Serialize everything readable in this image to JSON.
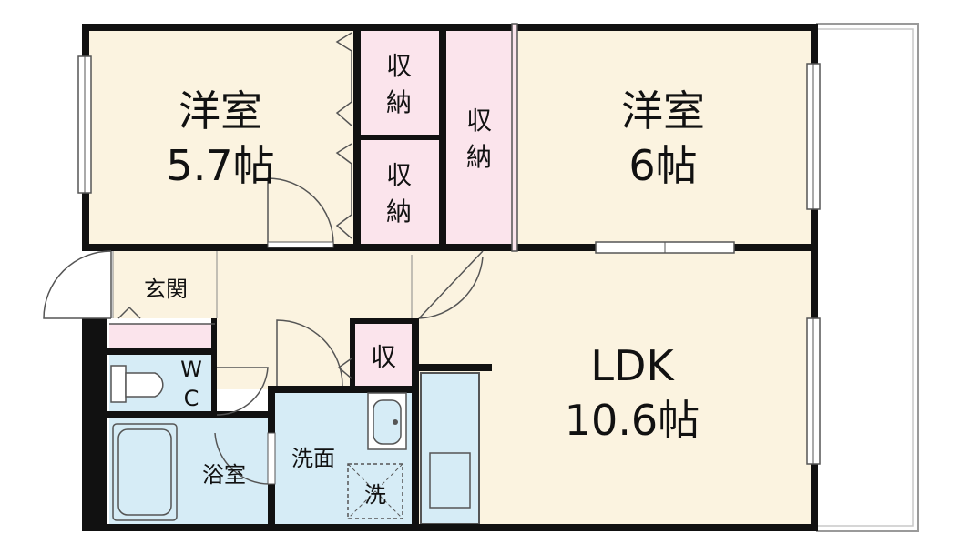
{
  "rooms": {
    "western_room_left": {
      "name": "洋室",
      "size": "5.7帖"
    },
    "western_room_right": {
      "name": "洋室",
      "size": "6帖"
    },
    "ldk": {
      "name": "LDK",
      "size": "10.6帖"
    },
    "storage_upper": {
      "line1": "収",
      "line2": "納"
    },
    "storage_lower": {
      "line1": "収",
      "line2": "納"
    },
    "storage_center": {
      "line1": "収",
      "line2": "納"
    },
    "storage_small": {
      "label": "収"
    },
    "entrance": {
      "label": "玄関"
    },
    "toilet": {
      "line1": "W",
      "line2": "C"
    },
    "bathroom": {
      "label": "浴室"
    },
    "washroom": {
      "label": "洗面"
    },
    "washer": {
      "label": "洗"
    }
  },
  "colors": {
    "room_fill": "#fbf3e0",
    "storage_fill": "#fbe4ec",
    "wet_fill": "#d6ecf6",
    "wall": "#111111"
  }
}
